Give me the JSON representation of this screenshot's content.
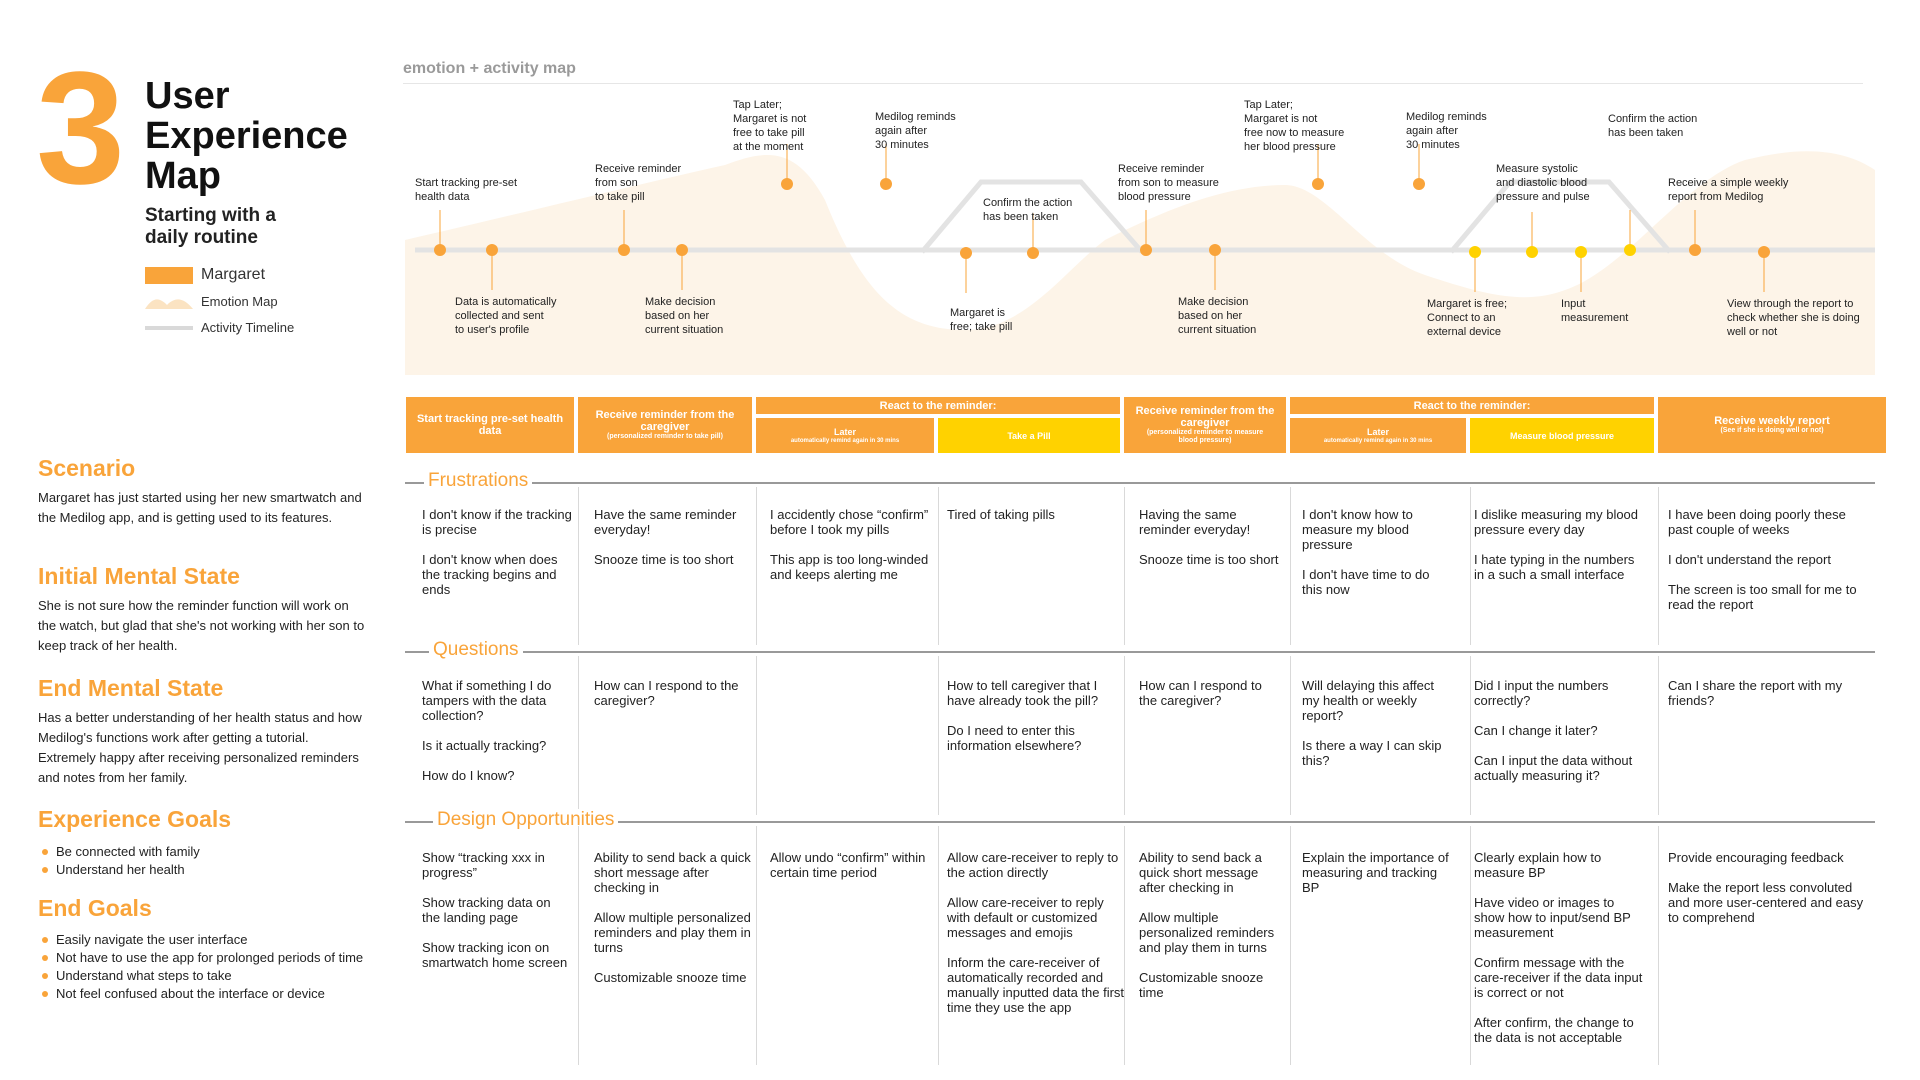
{
  "header": {
    "number": "3",
    "title_lines": [
      "User",
      "Experience",
      "Map"
    ],
    "subtitle_lines": [
      "Starting with a",
      "daily routine"
    ]
  },
  "legend": {
    "persona": "Margaret",
    "emotion_map": "Emotion Map",
    "activity_timeline": "Activity Timeline"
  },
  "sections": {
    "scenario": {
      "heading": "Scenario",
      "text": "Margaret has just started using her new smartwatch and the Medilog app, and is getting used to its features."
    },
    "initial_state": {
      "heading": "Initial Mental State",
      "text": "She is not sure how the reminder function will work on the watch, but glad that she's not working with her son to keep track of her health."
    },
    "end_state": {
      "heading": "End Mental State",
      "text": "Has a better understanding of her health status and how Medilog's functions work after getting a tutorial. Extremely happy after receiving personalized reminders and notes from her family."
    },
    "experience_goals": {
      "heading": "Experience Goals",
      "items": [
        "Be connected with family",
        "Understand her health"
      ]
    },
    "end_goals": {
      "heading": "End Goals",
      "items": [
        "Easily navigate the user interface",
        "Not have to use the app for prolonged periods of time",
        "Understand what steps to take",
        "Not feel confused about the interface or device"
      ]
    }
  },
  "emotion_map": {
    "title": "emotion + activity map",
    "points": [
      {
        "label": "Start tracking pre-set\nhealth data",
        "pos": "above"
      },
      {
        "label": "Data is automatically\ncollected and sent\nto user's profile",
        "pos": "below"
      },
      {
        "label": "Receive reminder\nfrom son\nto take pill",
        "pos": "above"
      },
      {
        "label": "Make decision\nbased on her\ncurrent situation",
        "pos": "below"
      },
      {
        "label": "Tap Later;\nMargaret is not\nfree to take pill\nat the moment",
        "pos": "above"
      },
      {
        "label": "Medilog reminds\nagain after\n30 minutes",
        "pos": "above"
      },
      {
        "label": "Margaret is\nfree; take pill",
        "pos": "below"
      },
      {
        "label": "Confirm the action\nhas been taken",
        "pos": "above"
      },
      {
        "label": "Receive reminder\nfrom son to measure\nblood pressure",
        "pos": "above"
      },
      {
        "label": "Make decision\nbased on her\ncurrent situation",
        "pos": "below"
      },
      {
        "label": "Tap Later;\nMargaret is not\nfree now to measure\nher blood pressure",
        "pos": "above"
      },
      {
        "label": "Medilog reminds\nagain after\n30 minutes",
        "pos": "above"
      },
      {
        "label": "Margaret is free;\nConnect to an\nexternal device",
        "pos": "below"
      },
      {
        "label": "Measure systolic\nand diastolic blood\npressure and pulse",
        "pos": "above"
      },
      {
        "label": "Input\nmeasurement",
        "pos": "below"
      },
      {
        "label": "Confirm the action\nhas been taken",
        "pos": "above"
      },
      {
        "label": "Receive a simple weekly\nreport from Medilog",
        "pos": "above"
      },
      {
        "label": "View through the report to\ncheck whether she is doing\nwell or not",
        "pos": "below"
      }
    ]
  },
  "stages": [
    {
      "title": "Start tracking pre-set health data",
      "sub": ""
    },
    {
      "title": "Receive reminder from the caregiver",
      "sub": "(personalized reminder to take pill)"
    },
    {
      "group": "React to the reminder:",
      "subs": [
        {
          "title": "Later",
          "sub": "automatically remind again in 30 mins"
        },
        {
          "title": "Take a Pill",
          "sub": ""
        }
      ]
    },
    {
      "title": "Receive reminder from the caregiver",
      "sub": "(personalized reminder to measure blood pressure)"
    },
    {
      "group": "React to the reminder:",
      "subs": [
        {
          "title": "Later",
          "sub": "automatically remind again in 30 mins"
        },
        {
          "title": "Measure blood pressure",
          "sub": ""
        }
      ]
    },
    {
      "title": "Receive weekly report",
      "sub": "(See if she is doing well or not)"
    }
  ],
  "rows": {
    "frustrations": {
      "heading": "Frustrations",
      "cells": [
        [
          "I don't know if the tracking is precise",
          "I don't know when does the tracking begins and ends"
        ],
        [
          "Have the same reminder everyday!",
          "Snooze time is too short"
        ],
        [
          "I accidently chose “confirm” before I took my pills",
          "This app is too long-winded and keeps alerting me"
        ],
        [
          "Tired of taking pills"
        ],
        [
          "Having the same reminder everyday!",
          "Snooze time is too short"
        ],
        [
          "I don't know how to measure my blood pressure",
          "I don't have time to do this now"
        ],
        [
          "I dislike measuring my blood pressure every day",
          "I hate typing in the numbers in a such a small interface"
        ],
        [
          "I have been doing poorly these past couple of weeks",
          "I don't understand the report",
          "The screen is too small for me to read the report"
        ]
      ]
    },
    "questions": {
      "heading": "Questions",
      "cells": [
        [
          "What if something I do tampers with the data collection?",
          "Is it actually tracking?",
          "How do I know?"
        ],
        [
          "How can I respond to the caregiver?"
        ],
        [],
        [
          "How to tell caregiver that I have already took the pill?",
          "Do I need to enter this information elsewhere?"
        ],
        [
          "How can I respond to the caregiver?"
        ],
        [
          "Will delaying this affect my health or weekly report?",
          "Is there a way I can skip this?"
        ],
        [
          "Did I input the numbers correctly?",
          "Can I change it later?",
          "Can I input the data without actually measuring it?"
        ],
        [
          "Can I share the report with my friends?"
        ]
      ]
    },
    "opportunities": {
      "heading": "Design Opportunities",
      "cells": [
        [
          "Show “tracking xxx in progress”",
          "Show tracking data on the landing page",
          "Show tracking icon on smartwatch home screen"
        ],
        [
          "Ability to send back a quick short message after checking in",
          "Allow multiple personalized reminders and play them in turns",
          "Customizable snooze time"
        ],
        [
          "Allow undo “confirm” within certain time period"
        ],
        [
          "Allow care-receiver to reply to the action directly",
          "Allow care-receiver to reply with default or customized messages and emojis",
          "Inform the care-receiver of automatically recorded and manually inputted data the first time they use the app"
        ],
        [
          "Ability to send back a quick short message after checking in",
          "Allow multiple personalized reminders and play them in turns",
          "Customizable snooze time"
        ],
        [
          "Explain the importance of measuring and tracking BP"
        ],
        [
          "Clearly explain how to measure BP",
          "Have video or images to show how to input/send BP measurement",
          "Confirm message with the care-receiver if the data input is correct or not",
          "After confirm, the change to the data is not acceptable"
        ],
        [
          "Provide encouraging feedback",
          "Make the report less convoluted and more user-centered and easy to comprehend"
        ]
      ]
    }
  },
  "colors": {
    "accent": "#f9a43a",
    "accent_yellow": "#ffd200",
    "emotion_fill": "#fdf4e8",
    "timeline": "#e3e3e3"
  }
}
